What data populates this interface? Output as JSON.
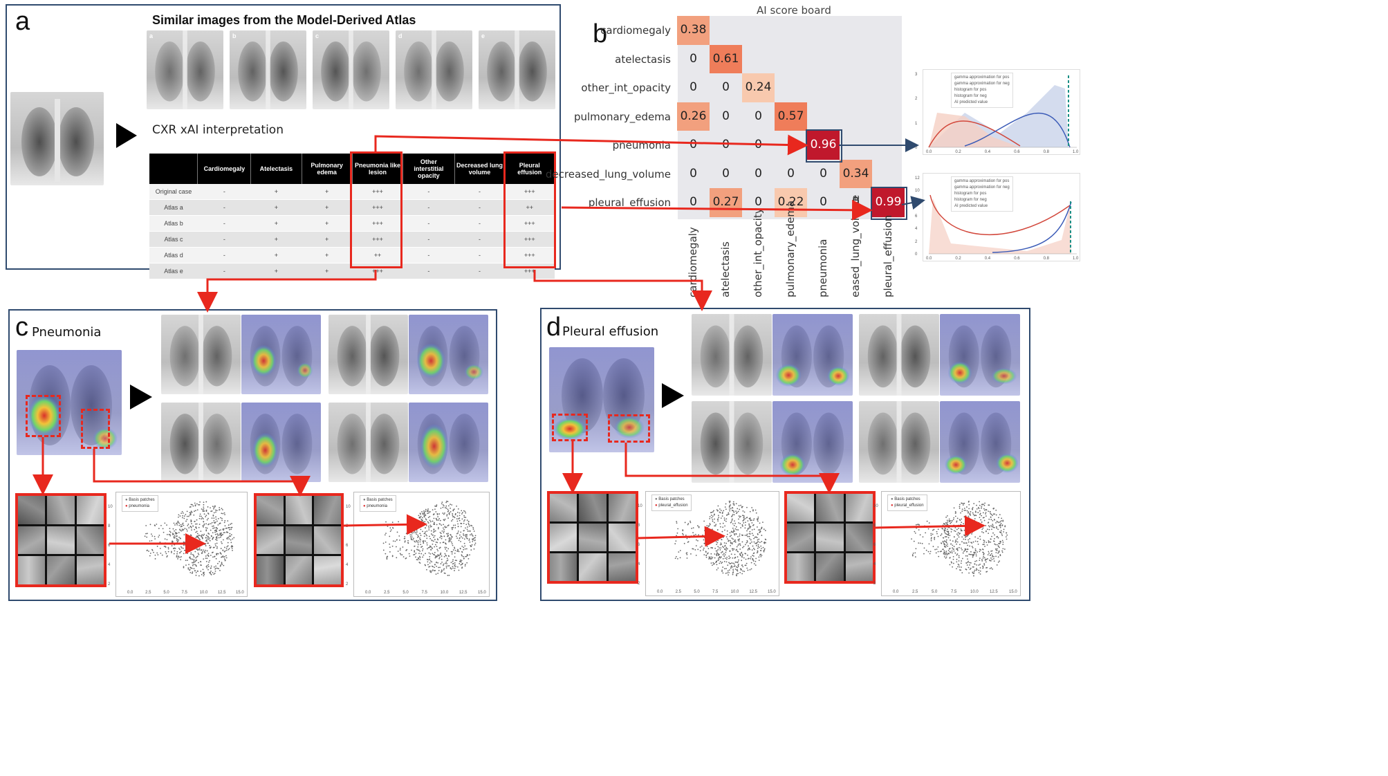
{
  "panel_a": {
    "label": "a",
    "atlas_title": "Similar images from the Model-Derived Atlas",
    "atlas_thumb_letters": [
      "a",
      "b",
      "c",
      "d",
      "e"
    ],
    "interp_title": "CXR xAI interpretation",
    "table": {
      "headers": [
        "",
        "Cardiomegaly",
        "Atelectasis",
        "Pulmonary edema",
        "Pneumonia like lesion",
        "Other interstitial opacity",
        "Decreased lung volume",
        "Pleural effusion"
      ],
      "rows": [
        [
          "Original case",
          "-",
          "+",
          "+",
          "+++",
          "-",
          "-",
          "+++"
        ],
        [
          "Atlas a",
          "-",
          "+",
          "+",
          "+++",
          "-",
          "-",
          "++"
        ],
        [
          "Atlas b",
          "-",
          "+",
          "+",
          "+++",
          "-",
          "-",
          "+++"
        ],
        [
          "Atlas c",
          "-",
          "+",
          "+",
          "+++",
          "-",
          "-",
          "+++"
        ],
        [
          "Atlas d",
          "-",
          "+",
          "+",
          "++",
          "-",
          "-",
          "+++"
        ],
        [
          "Atlas e",
          "-",
          "+",
          "+",
          "+++",
          "-",
          "-",
          "+++"
        ]
      ]
    }
  },
  "panel_b": {
    "label": "b",
    "title": "AI score board",
    "labels": [
      "cardiomegaly",
      "atelectasis",
      "other_int_opacity",
      "pulmonary_edema",
      "pneumonia",
      "decreased_lung_volume",
      "pleural_effusion"
    ],
    "col_labels": [
      "cardiomegaly",
      "atelectasis",
      "other_int_opacity",
      "pulmonary_edema",
      "pneumonia",
      "eased_lung_volume",
      "pleural_effusion"
    ],
    "matrix": [
      [
        "0.38",
        "",
        "",
        "",
        "",
        "",
        ""
      ],
      [
        "0",
        "0.61",
        "",
        "",
        "",
        "",
        ""
      ],
      [
        "0",
        "0",
        "0.24",
        "",
        "",
        "",
        ""
      ],
      [
        "0.26",
        "0",
        "0",
        "0.57",
        "",
        "",
        ""
      ],
      [
        "0",
        "0",
        "0",
        "0",
        "0.96",
        "",
        ""
      ],
      [
        "0",
        "0",
        "0",
        "0",
        "0",
        "0.34",
        ""
      ],
      [
        "0",
        "0.27",
        "0",
        "0.22",
        "0",
        "0",
        "0.99"
      ]
    ],
    "colors": {
      "low": "#f8c9ae",
      "mid": "#f2a07e",
      "high": "#ef7d5a",
      "top": "#c0182c",
      "bg": "#e8e8ec"
    }
  },
  "histograms": [
    {
      "legend": [
        "gamma approximation for pos",
        "gamma approximation for neg",
        "histogram for pos",
        "histogram for neg",
        "AI predicted value"
      ],
      "yticks": [
        "3",
        "2",
        "1",
        "0"
      ],
      "xticks": [
        "0.0",
        "0.2",
        "0.4",
        "0.6",
        "0.8",
        "1.0"
      ]
    },
    {
      "legend": [
        "gamma approximation for pos",
        "gamma approximation for neg",
        "histogram for pos",
        "histogram for neg",
        "AI predicted value"
      ],
      "yticks": [
        "12",
        "10",
        "8",
        "6",
        "4",
        "2",
        "0"
      ],
      "xticks": [
        "0.0",
        "0.2",
        "0.4",
        "0.6",
        "0.8",
        "1.0"
      ]
    }
  ],
  "panel_c": {
    "label": "c",
    "title": "Pneumonia",
    "scatter_legend": [
      "Basis patches",
      "pneumonia"
    ],
    "scatter_yticks": [
      "10",
      "8",
      "6",
      "4",
      "2"
    ],
    "scatter_xticks": [
      "0.0",
      "2.5",
      "5.0",
      "7.5",
      "10.0",
      "12.5",
      "15.0"
    ]
  },
  "panel_d": {
    "label": "d",
    "title": "Pleural effusion",
    "scatter_legend": [
      "Basis patches",
      "pleural_effusion"
    ],
    "scatter_yticks": [
      "10",
      "8",
      "6",
      "4",
      "2"
    ],
    "scatter_xticks": [
      "0.0",
      "2.5",
      "5.0",
      "7.5",
      "10.0",
      "12.5",
      "15.0"
    ]
  }
}
